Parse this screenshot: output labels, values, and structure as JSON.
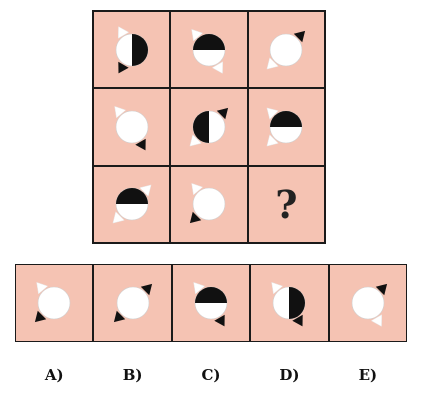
{
  "puzzle": {
    "missing_mark": "?",
    "colors": {
      "tile": "#f5c3b3",
      "dark": "#111111",
      "light": "#ffffff",
      "border": "#1a1a1a"
    },
    "grid": [
      {
        "fill": "right-half",
        "triangles": [
          [
            "dark",
            240
          ],
          [
            "light",
            120
          ]
        ]
      },
      {
        "fill": "top-half",
        "triangles": [
          [
            "light",
            300
          ],
          [
            "light",
            130
          ]
        ]
      },
      {
        "fill": "none",
        "triangles": [
          [
            "dark",
            45
          ],
          [
            "light",
            225
          ]
        ]
      },
      {
        "fill": "none",
        "triangles": [
          [
            "dark",
            300
          ],
          [
            "light",
            130
          ]
        ]
      },
      {
        "fill": "left-half",
        "triangles": [
          [
            "dark",
            45
          ],
          [
            "light",
            225
          ]
        ]
      },
      {
        "fill": "top-half",
        "triangles": [
          [
            "light",
            225
          ],
          [
            "light",
            135
          ]
        ]
      },
      {
        "fill": "top-half",
        "triangles": [
          [
            "light",
            45
          ],
          [
            "light",
            225
          ]
        ]
      },
      {
        "fill": "none",
        "triangles": [
          [
            "dark",
            225
          ],
          [
            "light",
            130
          ]
        ]
      },
      null
    ],
    "options": [
      {
        "label": "A)",
        "fill": "none",
        "triangles": [
          [
            "dark",
            225
          ],
          [
            "light",
            130
          ]
        ]
      },
      {
        "label": "B)",
        "fill": "none",
        "triangles": [
          [
            "dark",
            45
          ],
          [
            "dark",
            225
          ]
        ]
      },
      {
        "label": "C)",
        "fill": "top-half",
        "triangles": [
          [
            "dark",
            300
          ],
          [
            "light",
            130
          ]
        ]
      },
      {
        "label": "D)",
        "fill": "right-half",
        "triangles": [
          [
            "dark",
            300
          ],
          [
            "light",
            130
          ]
        ]
      },
      {
        "label": "E)",
        "fill": "none",
        "triangles": [
          [
            "light",
            300
          ],
          [
            "dark",
            45
          ]
        ]
      }
    ]
  }
}
